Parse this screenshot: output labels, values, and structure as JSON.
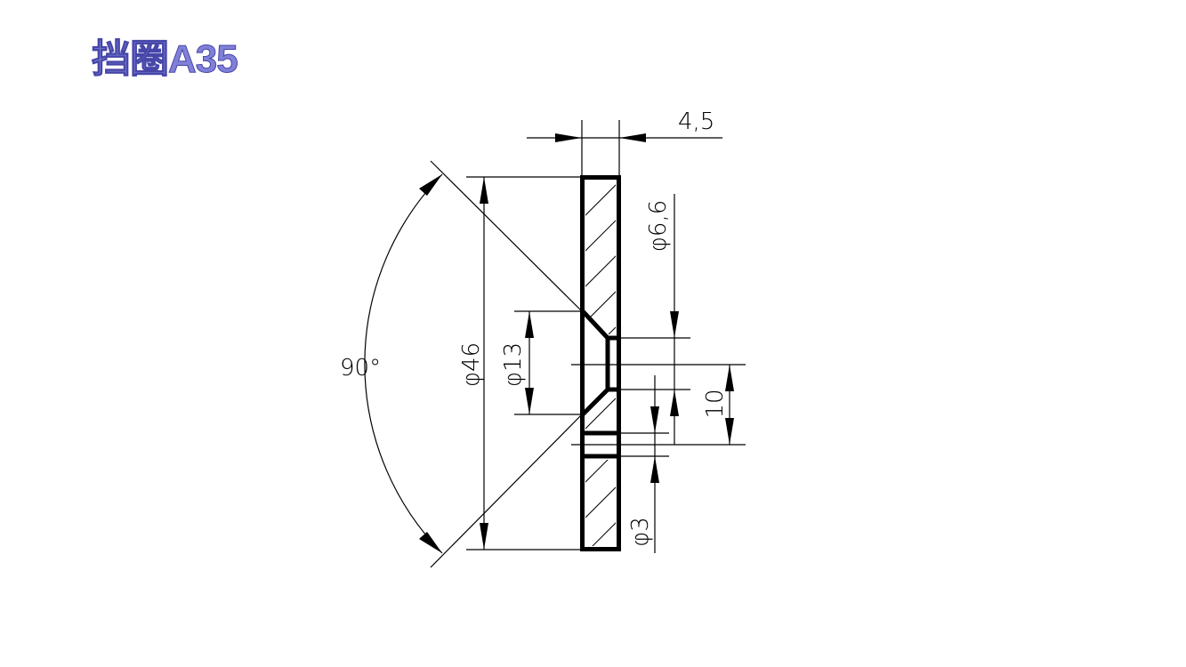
{
  "title": "挡圈A35",
  "drawing": {
    "dimensions": {
      "thickness": "4,5",
      "outer_diameter": "φ46",
      "countersink_diameter": "φ13",
      "hole_diameter": "φ6,6",
      "pin_offset": "10",
      "pin_hole_diameter": "φ3",
      "countersink_angle": "90°"
    }
  }
}
